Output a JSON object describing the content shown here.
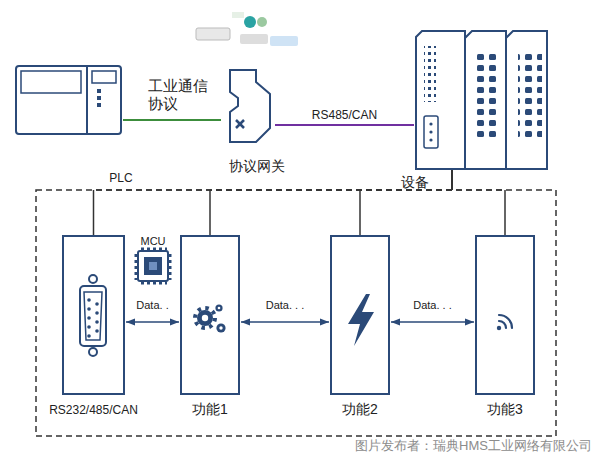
{
  "diagram": {
    "nodes": [
      {
        "text": [
          "PLC"
        ]
      },
      {
        "text": [
          "协议网关"
        ]
      },
      {
        "text": [
          "设备"
        ]
      },
      {
        "text": [
          "RS232/485/CAN"
        ]
      },
      {
        "text": [
          "功能1"
        ]
      },
      {
        "text": [
          "功能2"
        ]
      },
      {
        "text": [
          "功能3"
        ]
      }
    ],
    "edges": [
      {
        "from": 0,
        "to": 1,
        "arrow": "none",
        "label": "工业通信 协议"
      },
      {
        "from": 1,
        "to": 2,
        "arrow": "none",
        "label": "RS485/CAN"
      },
      {
        "from": 2,
        "to": 3,
        "arrow": "none"
      },
      {
        "from": 2,
        "to": 4,
        "arrow": "none"
      },
      {
        "from": 2,
        "to": 5,
        "arrow": "none"
      },
      {
        "from": 2,
        "to": 6,
        "arrow": "none"
      },
      {
        "from": 3,
        "to": 4,
        "arrow": "both",
        "label": "Data. ."
      },
      {
        "from": 4,
        "to": 5,
        "arrow": "both",
        "label": "Data. . ."
      },
      {
        "from": 5,
        "to": 6,
        "arrow": "both",
        "label": "Data. . ."
      }
    ],
    "labels": [
      "MCU",
      "图片发布者：瑞典HMS工业网络有限公司"
    ]
  }
}
